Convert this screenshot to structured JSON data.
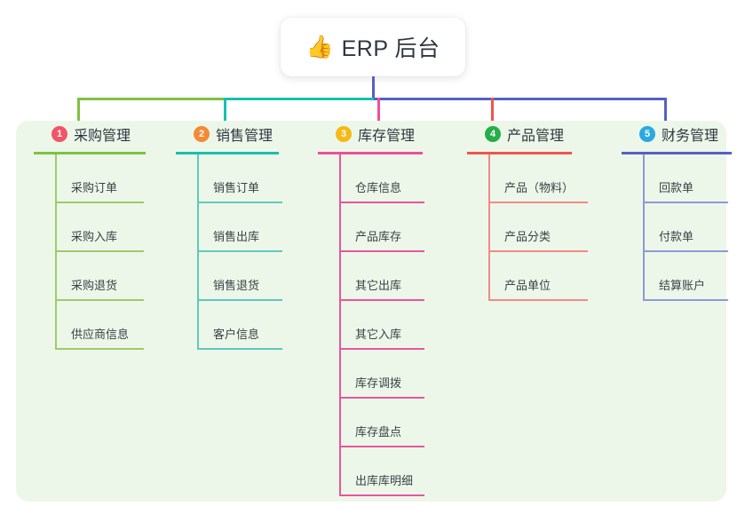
{
  "root": {
    "icon": "thumbs-up-emoji",
    "emoji": "👍",
    "title": "ERP 后台"
  },
  "theme": {
    "panel_bg": "#edf7e9",
    "page_bg": "#ffffff",
    "text": "#2f3640",
    "trunk_color": "#5561c4"
  },
  "connectors": {
    "trunk_color": "#5561c4",
    "segment_left_color": "#7dc242",
    "segment_mid_color": "#16c0b0",
    "segment_right_color": "#5561c4"
  },
  "columns": [
    {
      "number": "1",
      "title": "采购管理",
      "badge_color": "#f25568",
      "rule_color": "#7dc242",
      "spine_color": "#9ccb6a",
      "leaf_rule_color": "#9ccb6a",
      "drop_color": "#7dc242",
      "items": [
        "采购订单",
        "采购入库",
        "采购退货",
        "供应商信息"
      ]
    },
    {
      "number": "2",
      "title": "销售管理",
      "badge_color": "#f58a34",
      "rule_color": "#16c0b0",
      "spine_color": "#5fc9bf",
      "leaf_rule_color": "#5fc9bf",
      "drop_color": "#16c0b0",
      "items": [
        "销售订单",
        "销售出库",
        "销售退货",
        "客户信息"
      ]
    },
    {
      "number": "3",
      "title": "库存管理",
      "badge_color": "#f5b919",
      "rule_color": "#ef4e9b",
      "spine_color": "#e8569b",
      "leaf_rule_color": "#e8569b",
      "drop_color": "#ef4e9b",
      "items": [
        "仓库信息",
        "产品库存",
        "其它出库",
        "其它入库",
        "库存调拨",
        "库存盘点",
        "出库库明细"
      ]
    },
    {
      "number": "4",
      "title": "产品管理",
      "badge_color": "#27ae4a",
      "rule_color": "#f1544d",
      "spine_color": "#f08b85",
      "leaf_rule_color": "#f08b85",
      "drop_color": "#f1544d",
      "items": [
        "产品（物料）",
        "产品分类",
        "产品单位"
      ]
    },
    {
      "number": "5",
      "title": "财务管理",
      "badge_color": "#29a9e0",
      "rule_color": "#5561c4",
      "spine_color": "#8b9ad8",
      "leaf_rule_color": "#8b9ad8",
      "drop_color": "#5561c4",
      "items": [
        "回款单",
        "付款单",
        "结算账户"
      ]
    }
  ]
}
